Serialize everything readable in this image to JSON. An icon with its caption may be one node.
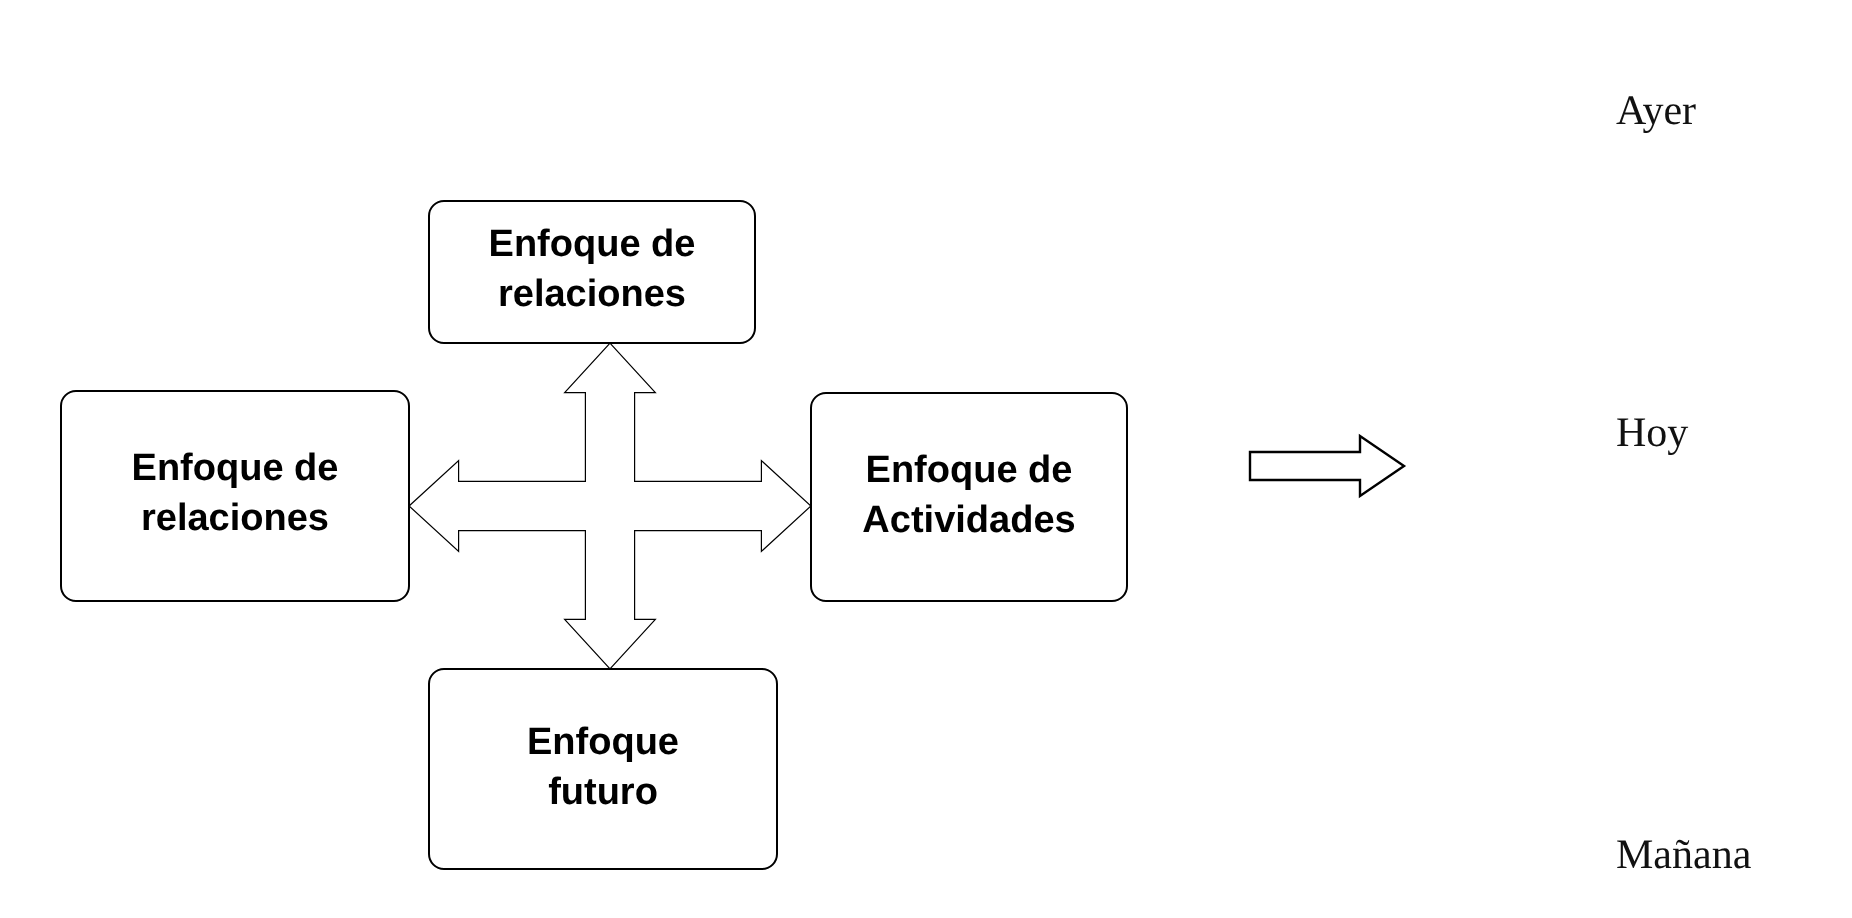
{
  "diagram": {
    "nodes": [
      {
        "text": [
          "Enfoque de relaciones"
        ]
      },
      {
        "text": [
          "Enfoque de relaciones"
        ]
      },
      {
        "text": [
          "Enfoque de Actividades"
        ]
      },
      {
        "text": [
          "Enfoque futuro"
        ]
      },
      {
        "text": [],
        "shape": "arrow"
      }
    ],
    "edges": [
      {
        "from": 0,
        "to": 3,
        "arrow": "both"
      },
      {
        "from": 1,
        "to": 2,
        "arrow": "both"
      }
    ],
    "labels": [
      "Ayer",
      "Hoy",
      "Mañana"
    ]
  }
}
